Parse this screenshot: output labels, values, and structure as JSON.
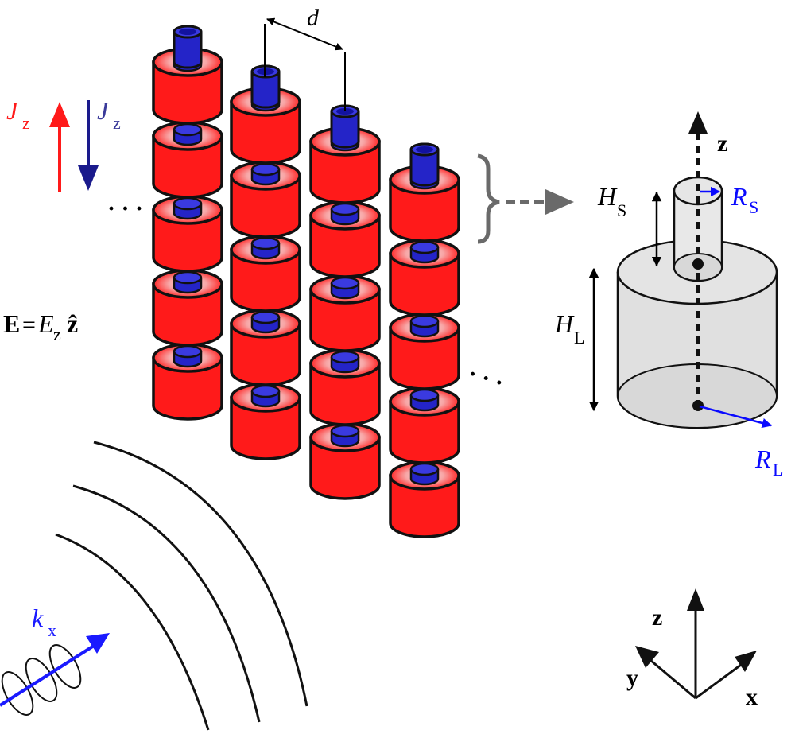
{
  "colors": {
    "cylinder_large": "#ff1a1a",
    "cylinder_ring": "#f7a6a6",
    "cylinder_small": "#2424c8",
    "current_red": "#ff1a1a",
    "current_blue": "#1a1a8c",
    "label_blue": "#0a0aff",
    "grey_arrow": "#6a6a6a",
    "detail_fill": "#e0e0e0"
  },
  "labels": {
    "jz_left": "J",
    "jz_left_sub": "z",
    "jz_right": "J",
    "jz_right_sub": "z",
    "spacing": "d",
    "field_E": "E",
    "field_eq": "=",
    "field_Ez": "E",
    "field_Ez_sub": "z",
    "field_zhat": "ẑ",
    "ellipsis": "· · ·",
    "kx": "k",
    "kx_sub": "x",
    "detail_z": "z",
    "Hs": "H",
    "Hs_sub": "S",
    "Rs": "R",
    "Rs_sub": "S",
    "HL": "H",
    "HL_sub": "L",
    "RL": "R",
    "RL_sub": "L",
    "axis_z": "z",
    "axis_y": "y",
    "axis_x": "x"
  },
  "structure": {
    "columns": 4,
    "units_per_column": 5
  }
}
